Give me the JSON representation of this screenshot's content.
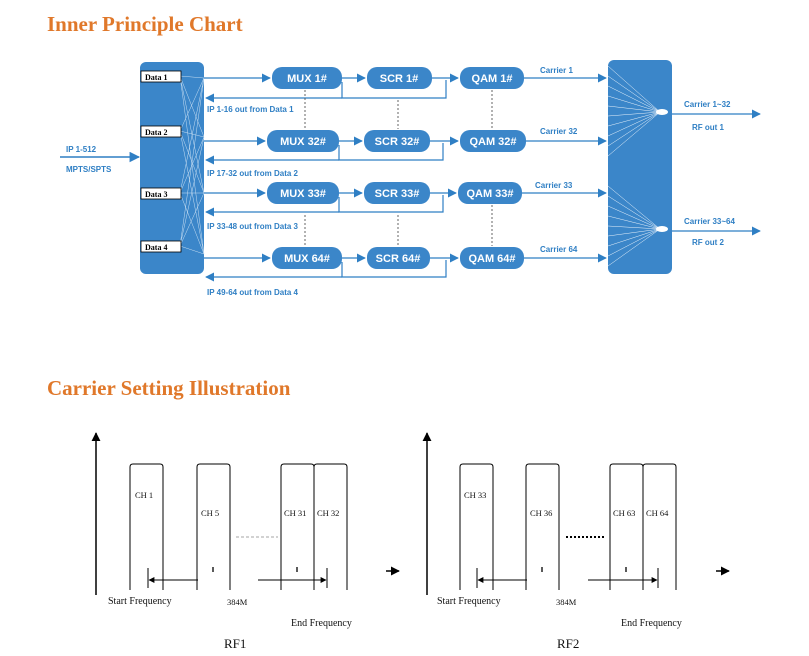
{
  "titles": {
    "inner": "Inner Principle Chart",
    "carrier": "Carrier Setting Illustration"
  },
  "input": {
    "line1": "IP 1-512",
    "line2": "MPTS/SPTS"
  },
  "data_labels": [
    "Data 1",
    "Data 2",
    "Data 3",
    "Data 4"
  ],
  "rows": [
    {
      "mux": "MUX 1#",
      "scr": "SCR 1#",
      "qam": "QAM 1#",
      "carrier": "Carrier 1",
      "ipout": "IP 1-16 out from Data 1"
    },
    {
      "mux": "MUX 32#",
      "scr": "SCR 32#",
      "qam": "QAM 32#",
      "carrier": "Carrier 32",
      "ipout": "IP 17-32 out from Data 2"
    },
    {
      "mux": "MUX 33#",
      "scr": "SCR 33#",
      "qam": "QAM 33#",
      "carrier": "Carrier 33",
      "ipout": "IP 33-48 out from Data 3"
    },
    {
      "mux": "MUX 64#",
      "scr": "SCR 64#",
      "qam": "QAM 64#",
      "carrier": "Carrier 64",
      "ipout": "IP 49-64 out from Data 4"
    }
  ],
  "outputs": [
    {
      "carriers": "Carrier 1~32",
      "rf": "RF out 1"
    },
    {
      "carriers": "Carrier 33~64",
      "rf": "RF out 2"
    }
  ],
  "rf_groups": [
    {
      "channels": [
        "CH  1",
        "CH 5",
        "CH 31",
        "CH 32"
      ],
      "start": "Start Frequency",
      "bw": "384M",
      "end": "End Frequency",
      "name": "RF1"
    },
    {
      "channels": [
        "CH 33",
        "CH 36",
        "CH 63",
        "CH 64"
      ],
      "start": "Start Frequency",
      "bw": "384M",
      "end": "End Frequency",
      "name": "RF2"
    }
  ],
  "colors": {
    "accent": "#e0782a",
    "blue": "#2f7fc4",
    "block": "#3b86c9"
  }
}
